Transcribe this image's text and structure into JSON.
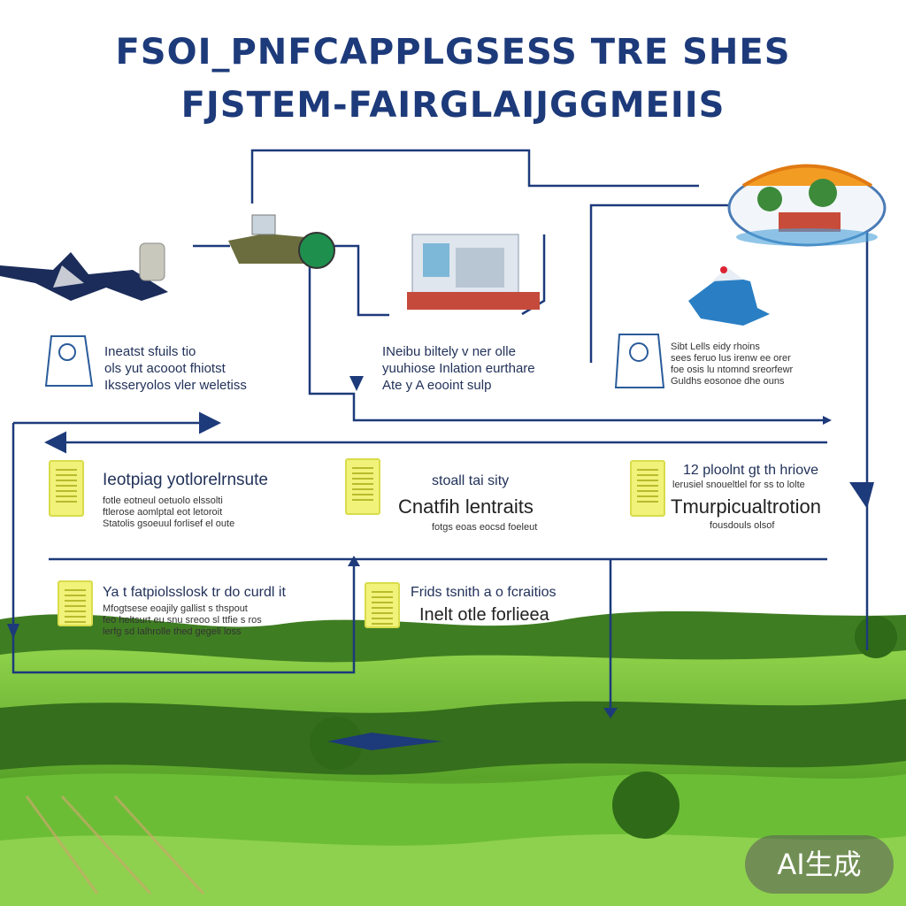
{
  "title": {
    "line1": "FSOI_PNFCAPPLGSESS TRE SHES",
    "line2": "FJSTEM-FAIRGLAIJGGMEIIS"
  },
  "top_notes": {
    "left": "Ineatst sfuils tio\nols yut acooot fhiotst\nIksseryolos vler weletiss",
    "center": "INeibu biltely v ner olle\nyuuhiose Inlation eurthare\nAte y A eooint sulp",
    "right": "Sibt Lells eidy rhoins\nsees feruo lus irenw ee orer\nfoe osis lu ntomnd sreorfewr\nGuldhs eosonoe dhe ouns"
  },
  "row1": {
    "item1": {
      "title": "Ieotpiag yotlorelrnsute",
      "lines": "fotle eotneul oetuolo elssolti\nftlerose aomlptal eot letoroit\nStatolis gsoeuul forlisef el oute"
    },
    "item2": {
      "top": "stoall tai sity",
      "title": "Cnatfih lentraits",
      "bottom": "fotgs eoas eocsd foeleut"
    },
    "item3": {
      "top": "12 ploolnt gt th hriove",
      "small": "lerusiel snoueltlel for ss to lolte",
      "title": "Tmurpicualtrotion",
      "bottom": "fousdouls olsof"
    }
  },
  "row2": {
    "item1": {
      "title": "Ya t fatpiolsslosk tr do curdl it",
      "lines": "Mfogtsese eoajily gallist s thspout\nfeo heltsurt eu snu sreoo sl ttfie s ros\nlerfg sd lalhrolle thed gegeli loss"
    },
    "item2": {
      "top": "Frids tsnith a o fcraitios",
      "title": "Inelt otle forlieea"
    }
  },
  "badge": "AI生成",
  "colors": {
    "title": "#1d3a7a",
    "arrow": "#1d3a7a",
    "grass": "#6fbf3a"
  }
}
